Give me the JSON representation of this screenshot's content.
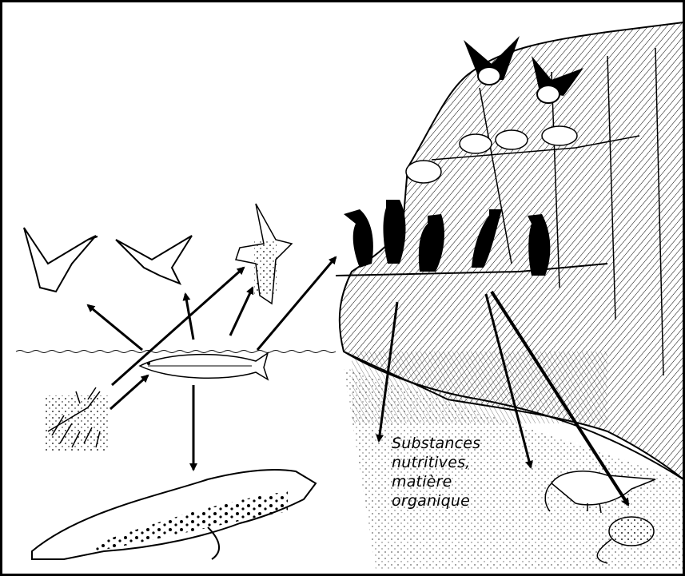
{
  "diagram": {
    "label_lines": [
      "Substances",
      "nutritives,",
      "matière",
      "organique"
    ],
    "colors": {
      "ink": "#000000",
      "paper": "#ffffff"
    },
    "organisms": [
      "gull-1",
      "gull-2",
      "fulmar",
      "puffins",
      "kittiwakes",
      "guillemots",
      "fish",
      "krill",
      "seal",
      "shrimp",
      "rodent"
    ]
  }
}
